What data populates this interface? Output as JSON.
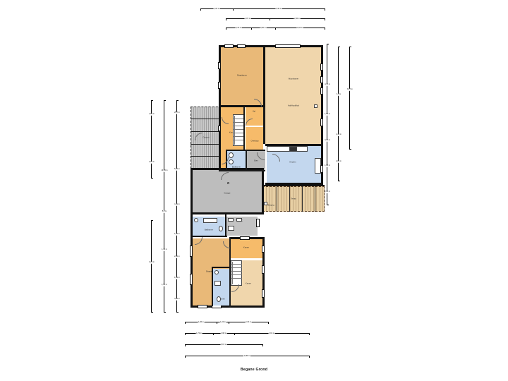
{
  "document": {
    "title": "Begane Grond",
    "type": "floor-plan",
    "units": "m"
  },
  "rooms": [
    {
      "id": "slaapkamer_boven",
      "label": "Slaapkamer",
      "color": "#e9b978"
    },
    {
      "id": "woonkamer",
      "label": "Woonkamer",
      "color": "#f0d6ac"
    },
    {
      "id": "hoofdhal",
      "label": "Hal/Hoofdhal",
      "color": "#f0d6ac"
    },
    {
      "id": "kamer_boven",
      "label": "Kamer",
      "color": "#f5b котор"
    },
    {
      "id": "hal_klein",
      "label": "Hal",
      "color": "#f6bb6a"
    },
    {
      "id": "overloop",
      "label": "Overloop",
      "color": "#f6bb6a"
    },
    {
      "id": "badkamer_boven",
      "label": "Badkamer",
      "color": "#c3d7ee"
    },
    {
      "id": "keuken",
      "label": "Keuken",
      "color": "#c3d7ee"
    },
    {
      "id": "eetkamer",
      "label": "Eten",
      "color": "#b8b8b8"
    },
    {
      "id": "carport",
      "label": "Carport",
      "color": "#c6c6c6"
    },
    {
      "id": "garage",
      "label": "Garage",
      "color": "#bdbdbd"
    },
    {
      "id": "terras",
      "label": "Terras",
      "color": "#e7cfa4"
    },
    {
      "id": "berging",
      "label": "Berging",
      "color": "#e7cfa4"
    },
    {
      "id": "badkamer_onder",
      "label": "Badkamer",
      "color": "#c3d7ee"
    },
    {
      "id": "toilet",
      "label": "WC",
      "color": "#c3c3c3"
    },
    {
      "id": "slaapkamer_onder",
      "label": "Slaapkamer",
      "color": "#e9b978"
    },
    {
      "id": "kamer_onder",
      "label": "Kamer",
      "color": "#f6bb6a"
    },
    {
      "id": "kamer_onder2",
      "label": "Kamer",
      "color": "#f0d6ac"
    },
    {
      "id": "bijkeuken",
      "label": "Bijkeuken",
      "color": "#c3d7ee"
    }
  ],
  "dimensions": {
    "top": [
      [
        {
          "t": "1,20 m",
          "w": 0.26
        },
        {
          "t": "3,30 m",
          "w": 0.74
        }
      ],
      [
        {
          "t": "1,87 m",
          "w": 0.44
        },
        {
          "t": "2,36 m",
          "w": 0.56
        }
      ],
      [
        {
          "t": "0,79 m",
          "w": 0.26
        },
        {
          "t": "0,90 m",
          "w": 0.24
        },
        {
          "t": "0,93 m",
          "w": 0.5
        }
      ]
    ],
    "bottom": [
      [
        {
          "t": "1,06 m",
          "w": 0.38
        },
        {
          "t": "1,24 m",
          "w": 0.2
        },
        {
          "t": "2,13 m",
          "w": 0.42
        }
      ],
      [
        {
          "t": "1,74 m",
          "w": 0.28
        },
        {
          "t": "1,08 m",
          "w": 0.22
        },
        {
          "t": "4,01 m",
          "w": 0.5
        }
      ],
      [
        {
          "t": "5,67 m",
          "w": 1.0
        }
      ],
      [
        {
          "t": "11,68 m",
          "w": 1.0
        }
      ]
    ],
    "right": [
      {
        "chain": [
          {
            "t": "4,70 m",
            "p": 0.26
          },
          {
            "t": "1,55 m",
            "p": 0.44
          },
          {
            "t": "3,10 m",
            "p": 0.6
          },
          {
            "t": "1,68 m",
            "p": 0.76
          },
          {
            "t": "2,00 m",
            "p": 0.92
          }
        ]
      },
      {
        "chain": [
          {
            "t": "3,9 m",
            "p": 0.36
          },
          {
            "t": "1,48 m",
            "p": 0.66
          },
          {
            "t": "2,00 m",
            "p": 0.86
          }
        ]
      },
      {
        "chain": [
          {
            "t": "8,17 m",
            "p": 0.42
          }
        ]
      }
    ],
    "left": [
      {
        "chain": [
          {
            "t": "4,60 m",
            "p": 0.18
          },
          {
            "t": "3,97 m",
            "p": 0.52
          },
          {
            "t": "3,20 m",
            "p": 0.86
          }
        ]
      },
      {
        "chain": [
          {
            "t": "3,30 m",
            "p": 0.16
          },
          {
            "t": "10,55 m",
            "p": 0.42
          },
          {
            "t": "5,2 m",
            "p": 0.66
          },
          {
            "t": "1,32 m",
            "p": 0.8
          },
          {
            "t": "1,50 m",
            "p": 0.92
          }
        ]
      },
      {
        "chain": [
          {
            "t": "25,7 m",
            "p": 0.14
          },
          {
            "t": "5,20 m",
            "p": 0.38
          },
          {
            "t": "1,11 m",
            "p": 0.58
          },
          {
            "t": "1,00 m",
            "p": 0.7
          },
          {
            "t": "2,00 m",
            "p": 0.8
          },
          {
            "t": "1,92 m",
            "p": 0.9
          },
          {
            "t": "3,50 m",
            "p": 0.97
          }
        ]
      }
    ]
  },
  "colors": {
    "wall": "#111111",
    "bedroom": "#e9b978",
    "living": "#f0d6ac",
    "orange": "#f6bb6a",
    "bath": "#c3d7ee",
    "gray": "#bdbdbd",
    "deck": "#e7cfa4",
    "background": "#ffffff"
  }
}
